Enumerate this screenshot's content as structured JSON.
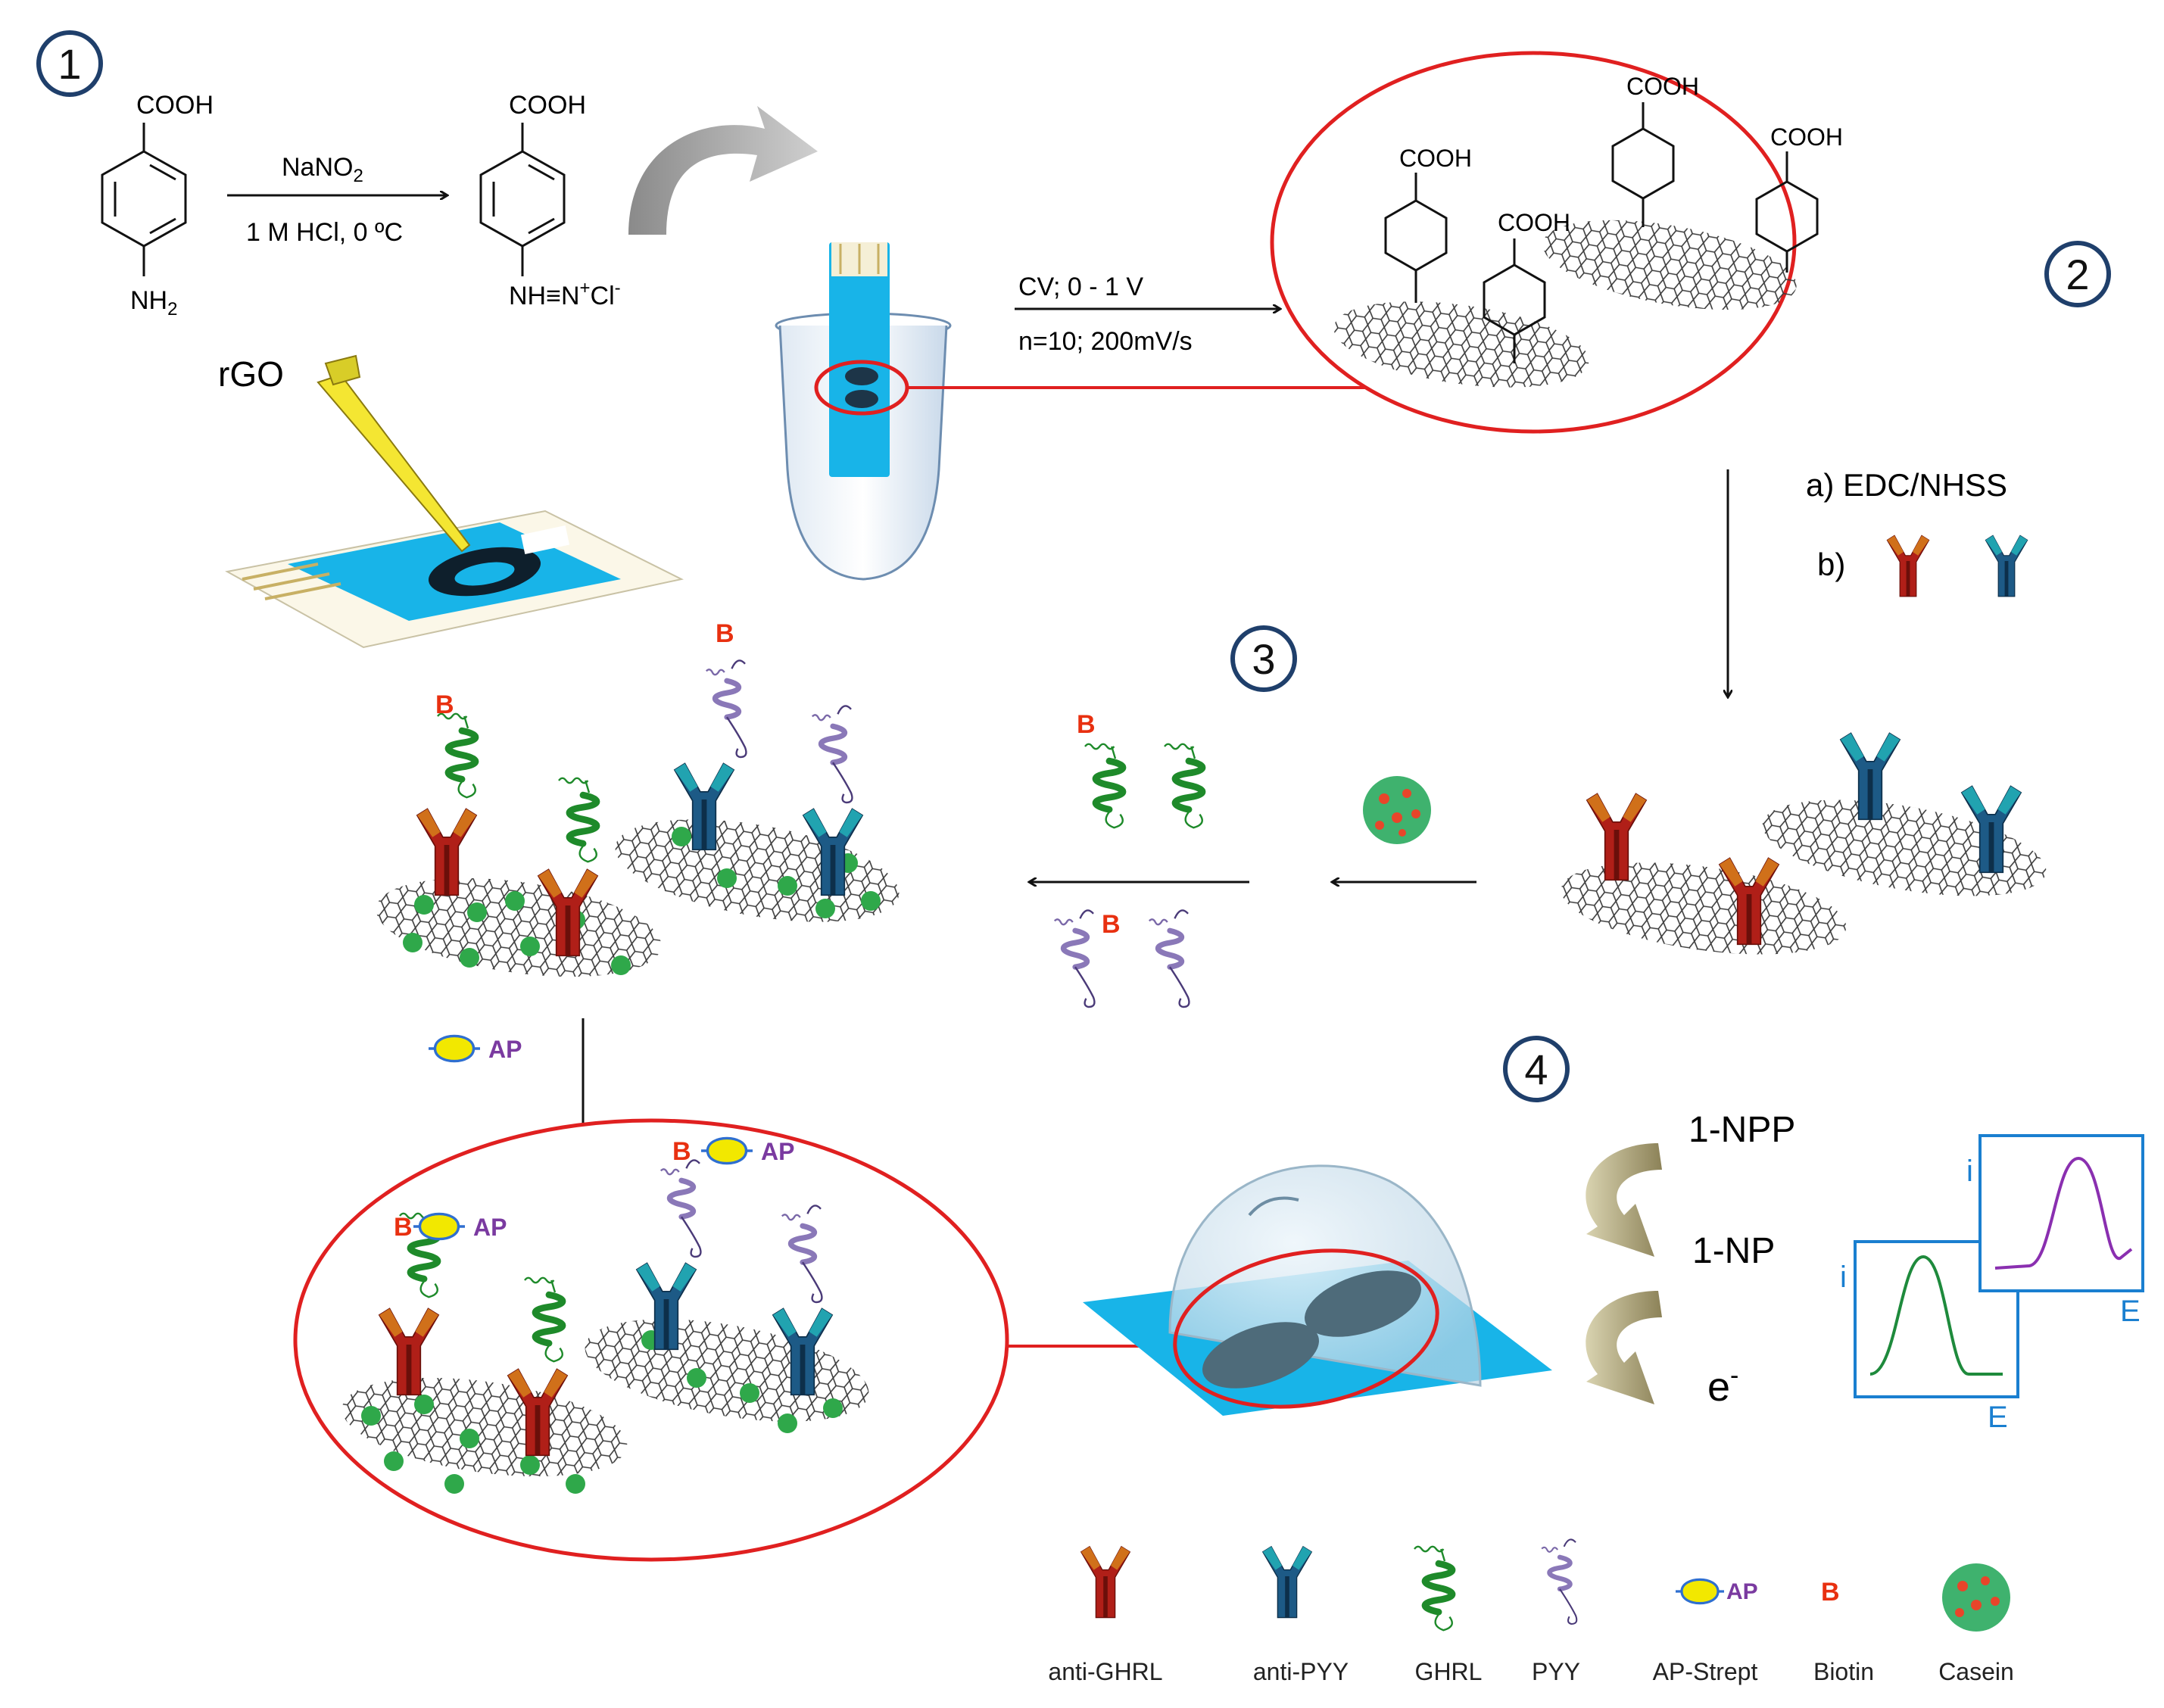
{
  "steps": [
    "1",
    "2",
    "3",
    "4"
  ],
  "reaction1": {
    "reactant_top": "COOH",
    "reactant_bottom": "NH",
    "reactant_bottom_sub": "2",
    "reagent_top": "NaNO",
    "reagent_top_sub": "2",
    "reagent_bottom": "1 M HCl, 0 ºC",
    "product_top": "COOH",
    "product_bottom": "NH≡N",
    "product_bottom_sup1": "+",
    "product_bottom_mid": "Cl",
    "product_bottom_sup2": "-"
  },
  "electrode_label": "rGO",
  "cv": {
    "line1": "CV; 0 - 1 V",
    "line2": "n=10; 200mV/s"
  },
  "surface_cooh": [
    "COOH",
    "COOH",
    "COOH",
    "COOH"
  ],
  "step2_reagents": {
    "a": "a) EDC/NHSS",
    "b": "b)"
  },
  "biotin_label": "B",
  "ap_label": "AP",
  "step4": {
    "sub1": "1-NPP",
    "sub2": "1-NP",
    "sub3": "e",
    "sub3_sup": "-"
  },
  "voltammograms": [
    {
      "ylabel": "i",
      "xlabel": "E",
      "color": "#1e8a3c"
    },
    {
      "ylabel": "i",
      "xlabel": "E",
      "color": "#8a2fb0"
    }
  ],
  "legend": [
    "anti-GHRL",
    "anti-PYY",
    "GHRL",
    "PYY",
    "AP-Strept",
    "Biotin",
    "Casein"
  ],
  "colors": {
    "anti_ghrl": "#b01f18",
    "anti_pyy": "#1d5a86",
    "ghrl": "#1e8a2a",
    "pyy": "#8a78b8",
    "biotin": "#e83010",
    "ap": "#f2e800",
    "red_outline": "#e02020",
    "electrode_blue": "#18b4e8",
    "step_circle": "#1f3f6b"
  }
}
